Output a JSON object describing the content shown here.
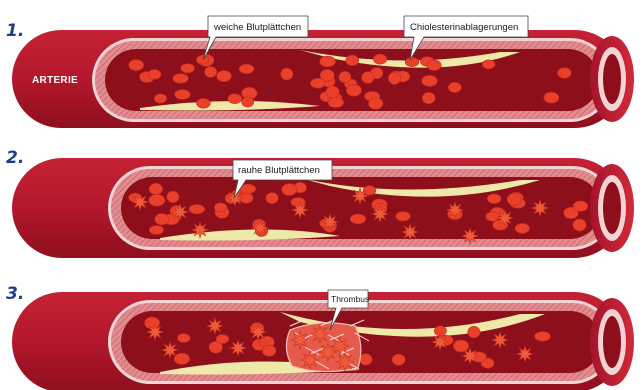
{
  "panels": [
    {
      "number": "1.",
      "callouts": [
        {
          "text": "weiche Blutplättchen"
        },
        {
          "text": "Chiolesterinablagerungen"
        }
      ]
    },
    {
      "number": "2.",
      "callouts": [
        {
          "text": "rauhe Blutplättchen"
        }
      ]
    },
    {
      "number": "3.",
      "callouts": [
        {
          "text": "Thrombus"
        }
      ]
    }
  ],
  "artery_label": "ARTERIE",
  "colors": {
    "artery_outer": "#b3172b",
    "artery_wall": "#e0898c",
    "artery_lumen": "#8e0f1c",
    "plaque": "#eee9a8",
    "blood_cell": "#e8402a",
    "platelet": "#ef5a3a",
    "step_number": "#1f3e88"
  }
}
